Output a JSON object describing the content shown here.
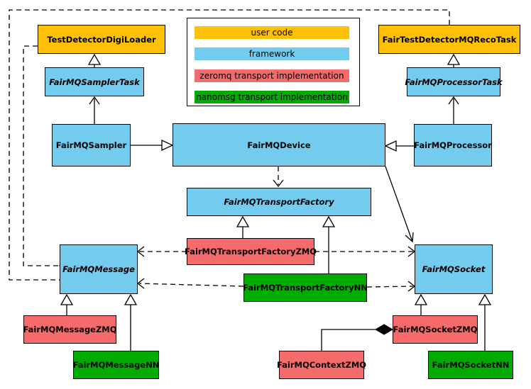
{
  "colors": {
    "user_code": "#FFC107",
    "framework": "#73CBEE",
    "zeromq": "#F56B6B",
    "nanomsg": "#00AC00"
  },
  "legend": {
    "items": [
      {
        "label": "user code"
      },
      {
        "label": "framework"
      },
      {
        "label": "zeromq transport implementation"
      },
      {
        "label": "nanomsg transport implementation"
      }
    ]
  },
  "nodes": {
    "testDetectorDigiLoader": "TestDetectorDigiLoader",
    "fairTestDetectorMQRecoTask": "FairTestDetectorMQRecoTask",
    "fairMQSamplerTask": "FairMQSamplerTask",
    "fairMQProcessorTask": "FairMQProcessorTask",
    "fairMQSampler": "FairMQSampler",
    "fairMQDevice": "FairMQDevice",
    "fairMQProcessor": "FairMQProcessor",
    "fairMQTransportFactory": "FairMQTransportFactory",
    "fairMQTransportFactoryZMQ": "FairMQTransportFactoryZMQ",
    "fairMQTransportFactoryNN": "FairMQTransportFactoryNN",
    "fairMQMessage": "FairMQMessage",
    "fairMQSocket": "FairMQSocket",
    "fairMQMessageZMQ": "FairMQMessageZMQ",
    "fairMQMessageNN": "FairMQMessageNN",
    "fairMQContextZMQ": "FairMQContextZMQ",
    "fairMQSocketZMQ": "FairMQSocketZMQ",
    "fairMQSocketNN": "FairMQSocketNN"
  },
  "edges": [
    {
      "from": "FairMQSamplerTask",
      "to": "TestDetectorDigiLoader",
      "type": "inheritance"
    },
    {
      "from": "FairMQSampler",
      "to": "FairMQSamplerTask",
      "type": "association"
    },
    {
      "from": "FairMQProcessorTask",
      "to": "FairTestDetectorMQRecoTask",
      "type": "inheritance"
    },
    {
      "from": "FairMQProcessor",
      "to": "FairMQProcessorTask",
      "type": "association"
    },
    {
      "from": "FairMQSampler",
      "to": "FairMQDevice",
      "type": "inheritance"
    },
    {
      "from": "FairMQProcessor",
      "to": "FairMQDevice",
      "type": "inheritance"
    },
    {
      "from": "FairMQDevice",
      "to": "FairMQTransportFactory",
      "type": "dependency"
    },
    {
      "from": "FairMQDevice",
      "to": "FairMQSocket",
      "type": "association"
    },
    {
      "from": "FairMQTransportFactoryZMQ",
      "to": "FairMQTransportFactory",
      "type": "inheritance"
    },
    {
      "from": "FairMQTransportFactoryNN",
      "to": "FairMQTransportFactory",
      "type": "inheritance"
    },
    {
      "from": "FairMQTransportFactoryZMQ",
      "to": "FairMQMessage",
      "type": "dependency"
    },
    {
      "from": "FairMQTransportFactoryZMQ",
      "to": "FairMQSocket",
      "type": "dependency"
    },
    {
      "from": "FairMQTransportFactoryNN",
      "to": "FairMQMessage",
      "type": "dependency"
    },
    {
      "from": "FairMQTransportFactoryNN",
      "to": "FairMQSocket",
      "type": "dependency"
    },
    {
      "from": "TestDetectorDigiLoader",
      "to": "FairMQMessage",
      "type": "dependency"
    },
    {
      "from": "FairTestDetectorMQRecoTask",
      "to": "FairMQMessage",
      "type": "dependency"
    },
    {
      "from": "FairMQMessageZMQ",
      "to": "FairMQMessage",
      "type": "inheritance"
    },
    {
      "from": "FairMQMessageNN",
      "to": "FairMQMessage",
      "type": "inheritance"
    },
    {
      "from": "FairMQSocketZMQ",
      "to": "FairMQSocket",
      "type": "inheritance"
    },
    {
      "from": "FairMQSocketNN",
      "to": "FairMQSocket",
      "type": "inheritance"
    },
    {
      "from": "FairMQSocketZMQ",
      "to": "FairMQContextZMQ",
      "type": "composition"
    }
  ]
}
